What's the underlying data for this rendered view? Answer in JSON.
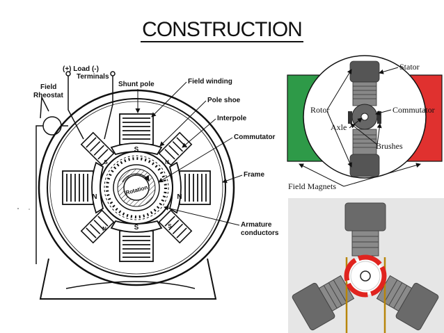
{
  "page": {
    "title": "CONSTRUCTION"
  },
  "left_diagram": {
    "labels": {
      "load_terminals_line1": "(+) Load (-)",
      "load_terminals_line2": "Terminals",
      "field_rheostat_line1": "Field",
      "field_rheostat_line2": "Rheostat",
      "shunt_pole": "Shunt pole",
      "field_winding": "Field winding",
      "pole_shoe": "Pole shoe",
      "interpole": "Interpole",
      "commutator": "Commutator",
      "frame": "Frame",
      "armature_line1": "Armature",
      "armature_line2": "conductors",
      "rotation": "Rotation",
      "pole_s_top": "S",
      "pole_s_bottom": "S",
      "pole_n_right": "N",
      "pole_n_left": "N",
      "interpole_n_tr": "N",
      "interpole_n_bl": "N",
      "interpole_s_tl": "S",
      "interpole_s_br": "S"
    }
  },
  "right_top_diagram": {
    "colors": {
      "north_magnet": "#2e9a48",
      "south_magnet": "#e0312f",
      "stator": "#ffffff"
    },
    "labels": {
      "stator": "Stator",
      "rotor": "Rotor",
      "commutator": "Commutator",
      "axle": "Axle",
      "brushes": "Brushes",
      "field_magnets": "Field Magnets"
    }
  },
  "right_bottom_diagram": {
    "colors": {
      "background": "#e6e6e6",
      "rotor": "#777777",
      "commutator": "#e0241f",
      "brush_wire": "#b8860b"
    }
  }
}
